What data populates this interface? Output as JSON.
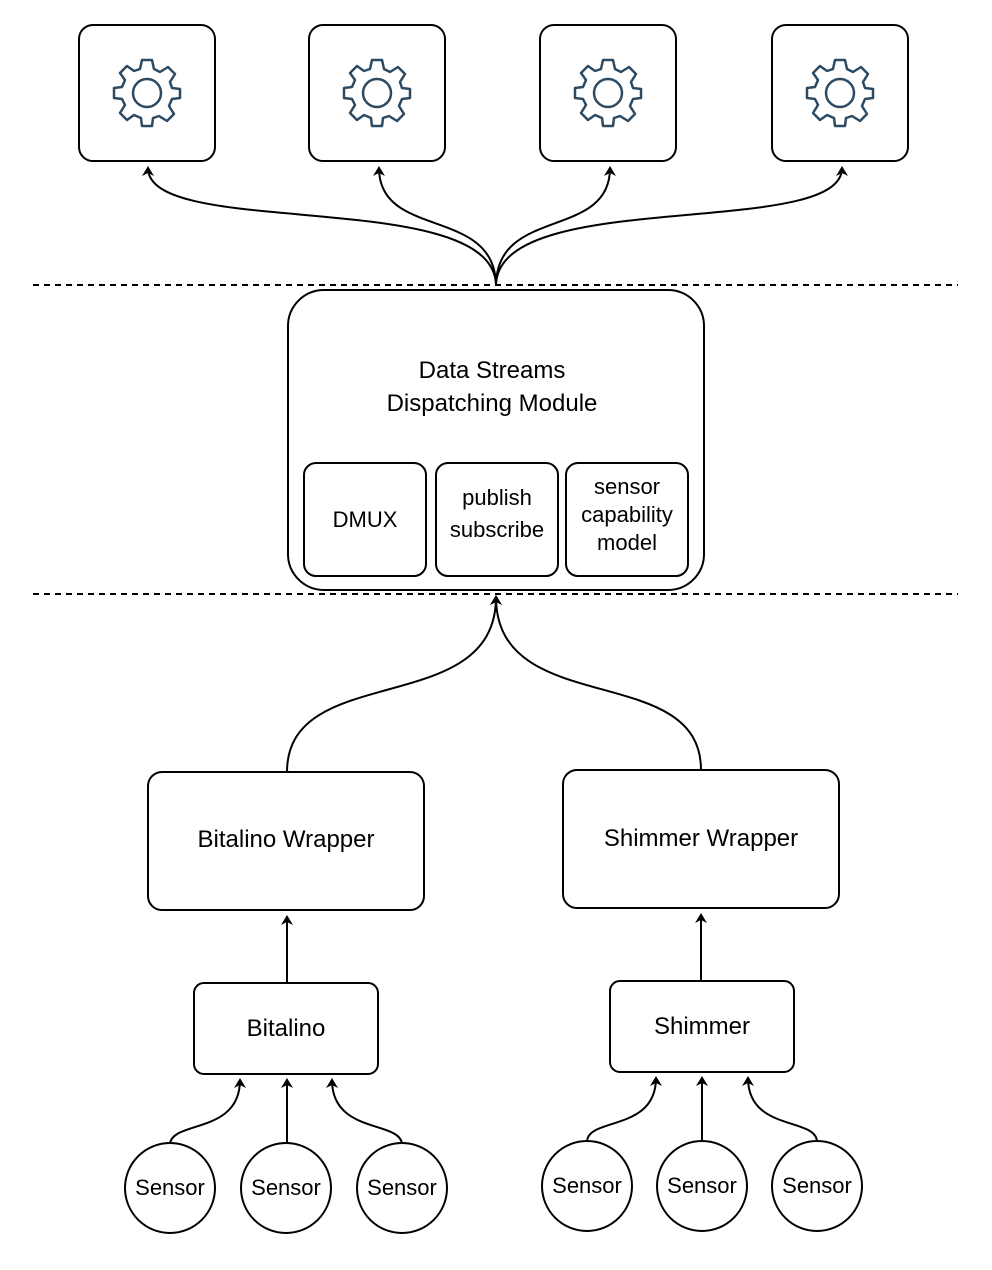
{
  "theme": {
    "line_color": "#000000",
    "box_fill": "#ffffff",
    "gear_color": "#2d4a63"
  },
  "apps": [
    {
      "icon": "gear-icon"
    },
    {
      "icon": "gear-icon"
    },
    {
      "icon": "gear-icon"
    },
    {
      "icon": "gear-icon"
    }
  ],
  "dispatcher": {
    "title_line1": "Data Streams",
    "title_line2": "Dispatching Module",
    "components": [
      {
        "lines": [
          "DMUX"
        ]
      },
      {
        "lines": [
          "publish",
          "subscribe"
        ]
      },
      {
        "lines": [
          "sensor",
          "capability",
          "model"
        ]
      }
    ]
  },
  "wrappers": {
    "left": "Bitalino Wrapper",
    "right": "Shimmer Wrapper"
  },
  "devices": {
    "left": "Bitalino",
    "right": "Shimmer"
  },
  "sensors": {
    "left": [
      "Sensor",
      "Sensor",
      "Sensor"
    ],
    "right": [
      "Sensor",
      "Sensor",
      "Sensor"
    ]
  }
}
